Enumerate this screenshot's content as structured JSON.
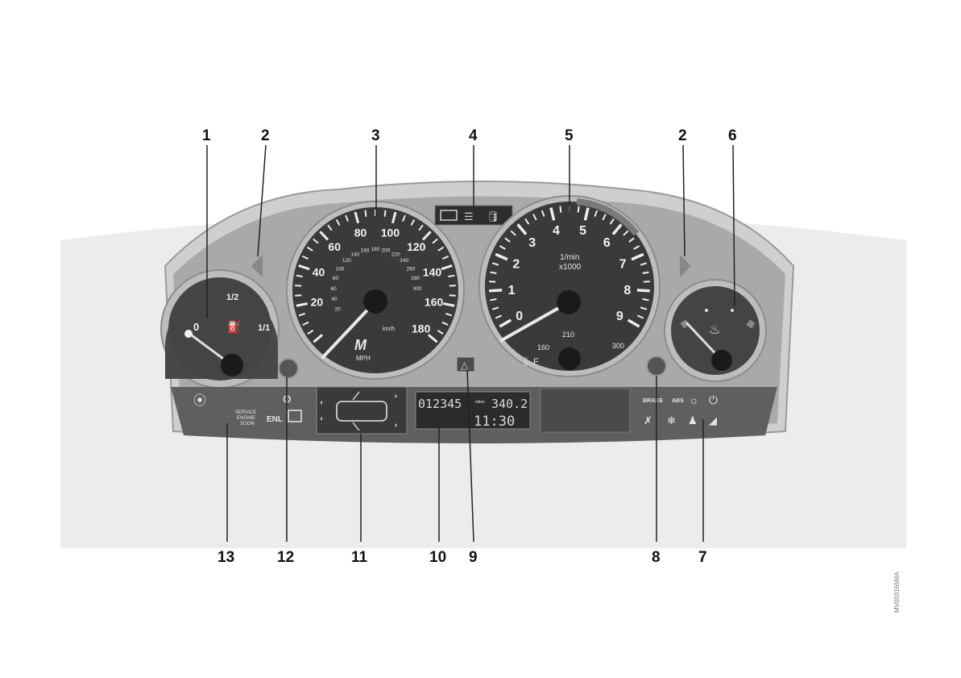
{
  "callouts": {
    "c1": "1",
    "c2a": "2",
    "c3": "3",
    "c4": "4",
    "c5": "5",
    "c2b": "2",
    "c6": "6",
    "c13": "13",
    "c12": "12",
    "c11": "11",
    "c10": "10",
    "c9": "9",
    "c8": "8",
    "c7": "7"
  },
  "fuel_gauge": {
    "empty": "0",
    "half": "1/2",
    "full": "1/1",
    "needle_fraction": 0.05
  },
  "speedometer": {
    "mph_ticks": [
      "20",
      "40",
      "60",
      "80",
      "100",
      "120",
      "140",
      "160",
      "180"
    ],
    "kmh_ticks": [
      "20",
      "40",
      "60",
      "80",
      "100",
      "120",
      "140",
      "160",
      "180",
      "200",
      "220",
      "240",
      "260",
      "280",
      "300"
    ],
    "unit_kmh": "km/h",
    "unit_mph": "MPH",
    "logo": "M",
    "needle_mph": 0
  },
  "tachometer": {
    "ticks": [
      "0",
      "1",
      "2",
      "3",
      "4",
      "5",
      "6",
      "7",
      "8",
      "9"
    ],
    "unit_line1": "1/min",
    "unit_line2": "x1000",
    "oil_temp_ticks": [
      "160",
      "210",
      "300"
    ],
    "oil_temp_unit": "F",
    "needle_rpm": 0
  },
  "coolant_gauge": {
    "needle_fraction": 0.1
  },
  "odometer": {
    "total": "012345",
    "trip_unit": "miles",
    "trip": "340.2",
    "clock": "11:30"
  },
  "warning_lights": {
    "brake": "BRAKE",
    "abs": "ABS"
  },
  "service": {
    "line1": "SERVICE",
    "line2": "ENGINE",
    "line3": "SOON",
    "enl": "ENL"
  },
  "credit": "MV003165MA",
  "colors": {
    "dial": "#3a3a3a",
    "panel": "#5a5a5a",
    "bezel": "#c9c9c9",
    "shroud": "#e2e2e2"
  }
}
